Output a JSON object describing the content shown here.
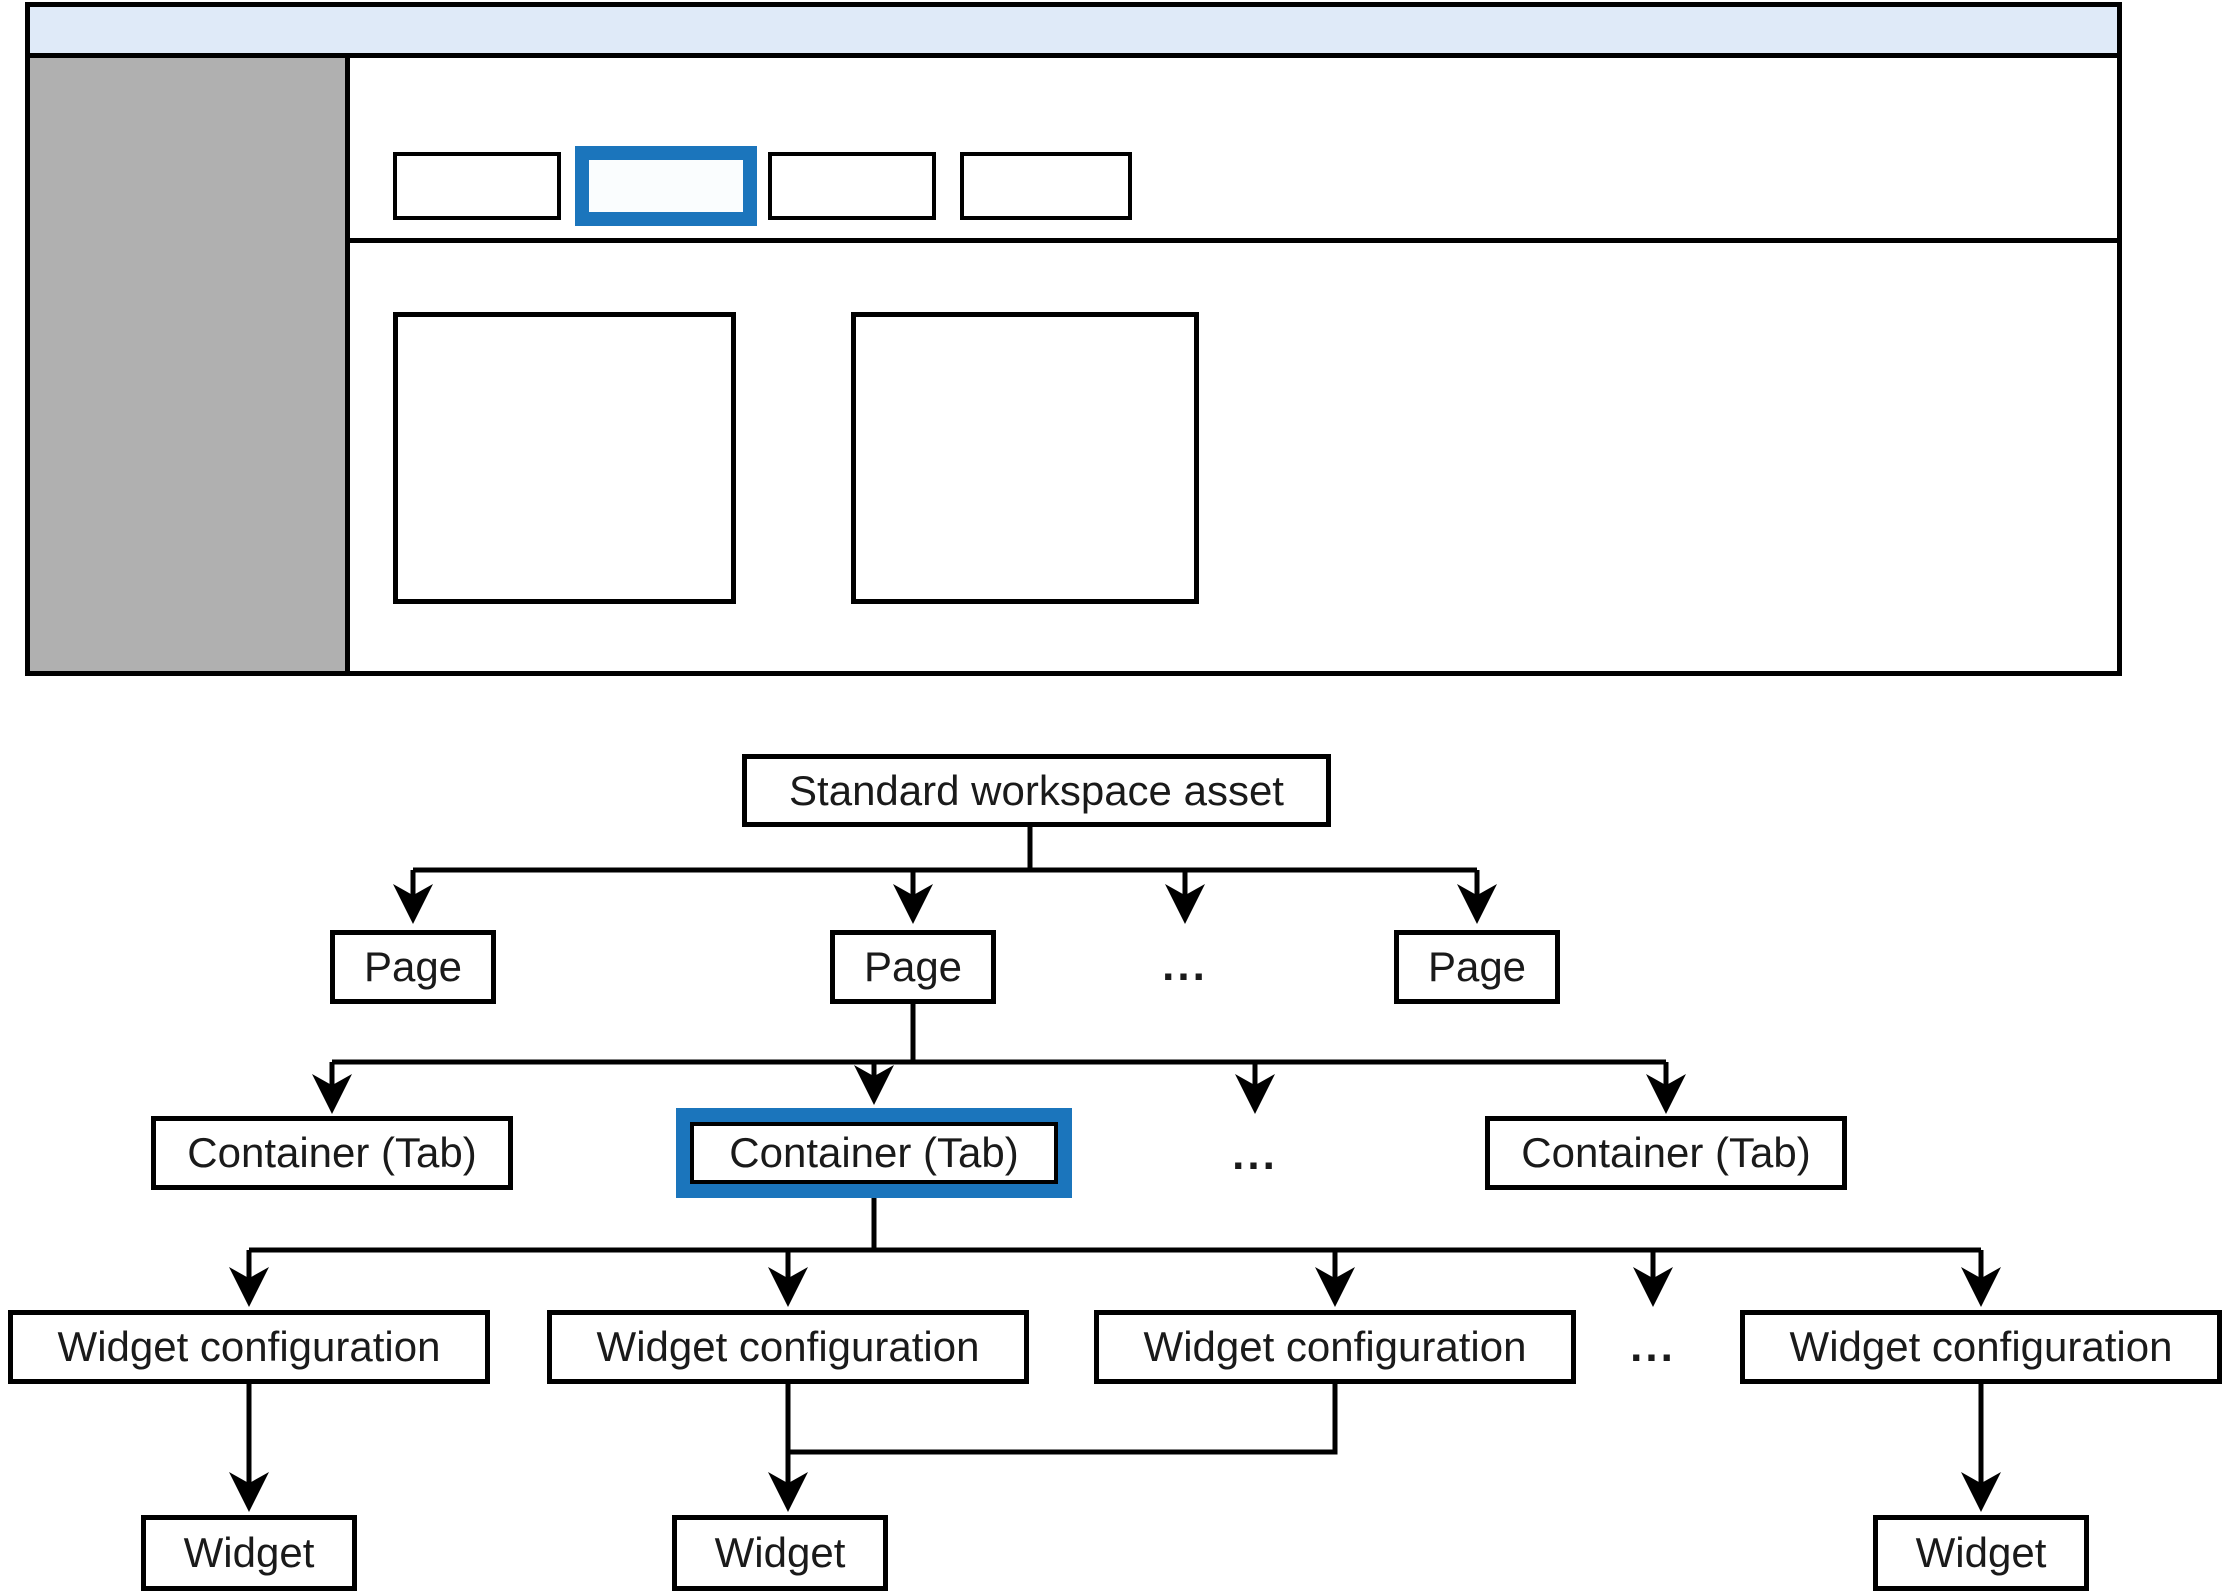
{
  "figure": {
    "type": "workspace-structure-diagram",
    "colors": {
      "highlight_blue": "#1b75bc",
      "header_bar_blue": "#dfeaf8",
      "sidebar_gray": "#b0b0b0",
      "active_tab_fill": "#fafdfe",
      "line_black": "#000000"
    }
  },
  "mockup": {
    "tab_count": 4,
    "active_tab_index": 2,
    "content_placeholder_count": 2
  },
  "diagram": {
    "root_label": "Standard workspace asset",
    "page_labels": [
      "Page",
      "Page",
      "Page"
    ],
    "container_labels": [
      "Container (Tab)",
      "Container (Tab)",
      "Container (Tab)"
    ],
    "widget_config_labels": [
      "Widget configuration",
      "Widget configuration",
      "Widget configuration",
      "Widget configuration"
    ],
    "widget_labels": [
      "Widget",
      "Widget",
      "Widget"
    ],
    "ellipsis": "..."
  }
}
